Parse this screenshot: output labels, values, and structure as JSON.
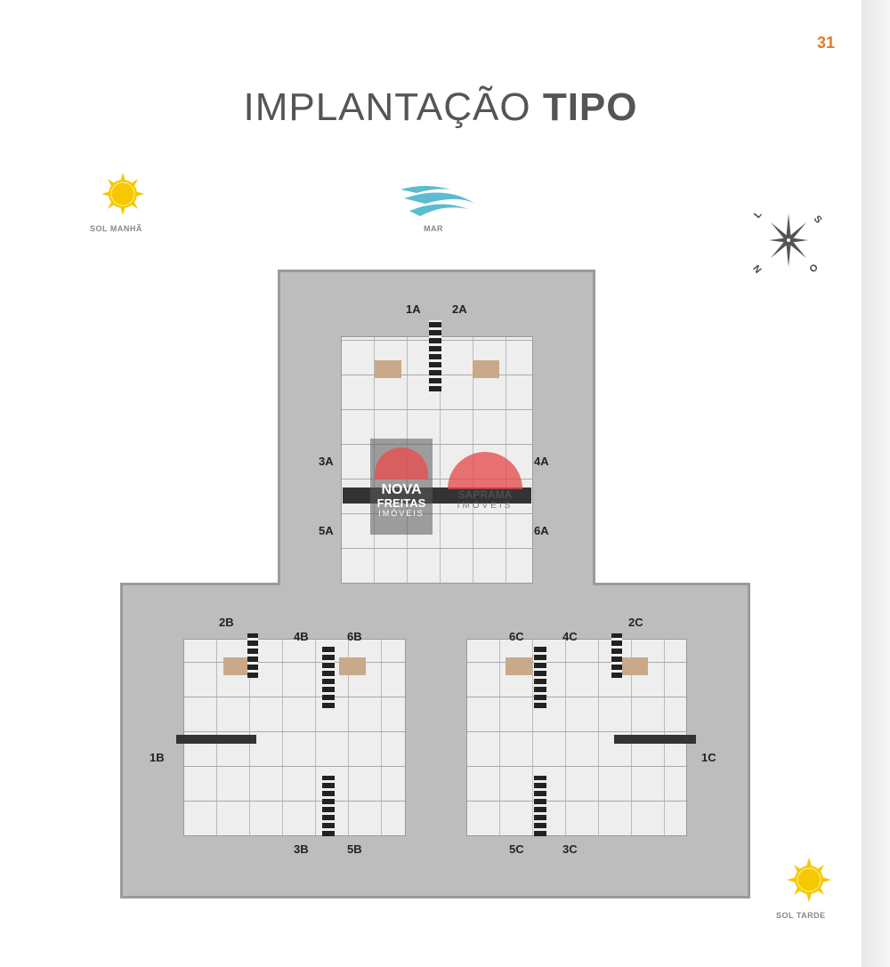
{
  "page_number": "31",
  "title": {
    "regular": "IMPLANTAÇÃO",
    "bold": "TIPO"
  },
  "legend": {
    "sun_morning": "SOL MANHÃ",
    "sea": "MAR",
    "sun_afternoon": "SOL TARDE"
  },
  "compass": {
    "north": "N",
    "south": "S",
    "east": "L",
    "west": "O"
  },
  "units": {
    "tower_a": [
      "1A",
      "2A",
      "3A",
      "4A",
      "5A",
      "6A"
    ],
    "tower_b": [
      "1B",
      "2B",
      "3B",
      "4B",
      "5B",
      "6B"
    ],
    "tower_c": [
      "1C",
      "2C",
      "3C",
      "4C",
      "5C",
      "6C"
    ]
  },
  "watermarks": {
    "left": [
      "NOVA",
      "FREITAS",
      "IMÓVEIS"
    ],
    "right": [
      "SAPRAMA",
      "IMÓVEIS"
    ]
  },
  "colors": {
    "accent": "#e07b2a",
    "sun": "#f5c800",
    "sea": "#5bbcd0",
    "site": "#bdbdbd"
  }
}
